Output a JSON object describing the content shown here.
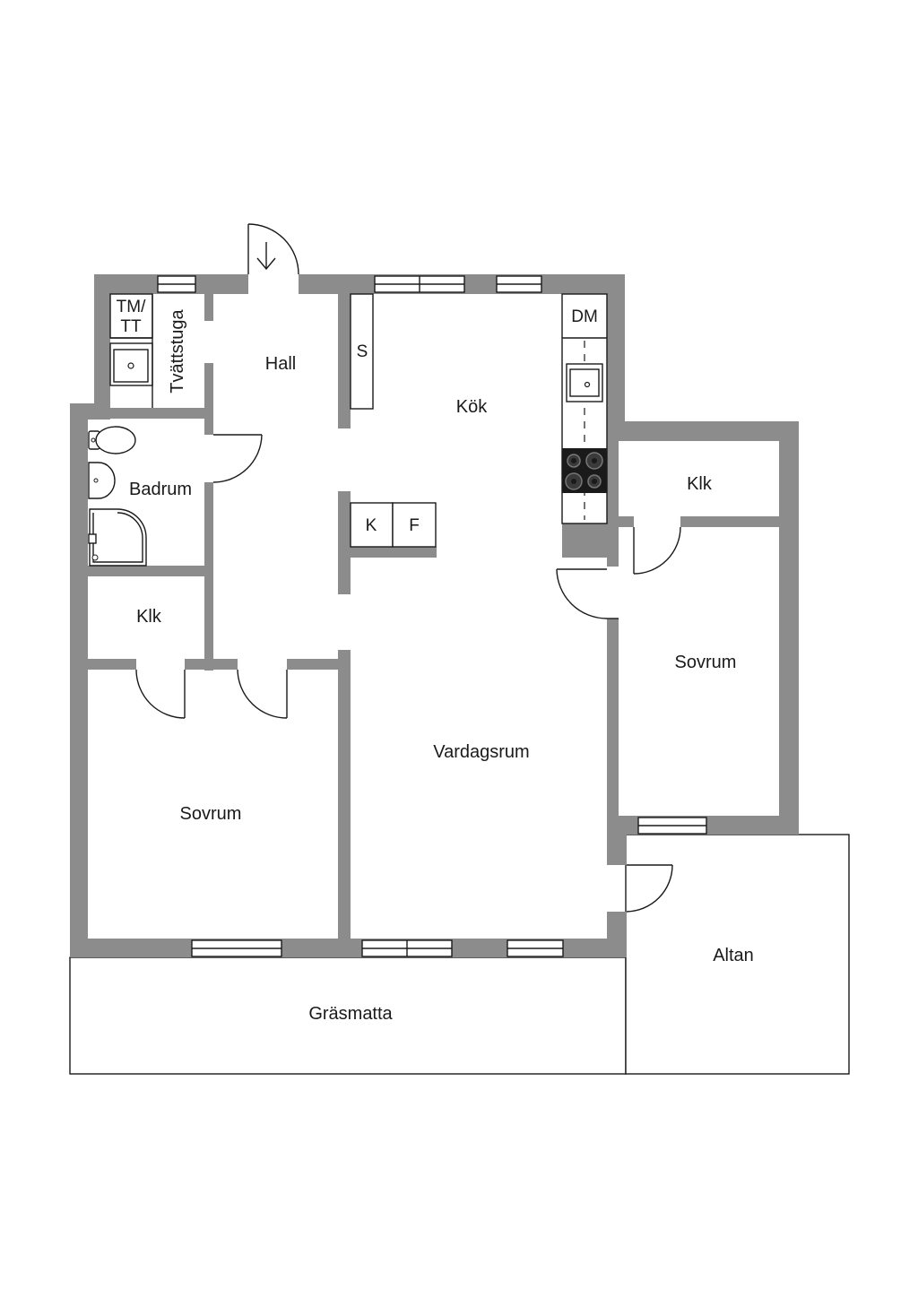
{
  "plan": {
    "rooms": {
      "hall": "Hall",
      "kitchen": "Kök",
      "laundry": "Tvättstuga",
      "bathroom": "Badrum",
      "closet_left": "Klk",
      "closet_right": "Klk",
      "bedroom_left": "Sovrum",
      "bedroom_right": "Sovrum",
      "living": "Vardagsrum",
      "patio": "Altan",
      "lawn": "Gräsmatta"
    },
    "fixtures": {
      "washer_dryer_line1": "TM/",
      "washer_dryer_line2": "TT",
      "wardrobe": "S",
      "dishwasher": "DM",
      "fridge": "K",
      "freezer": "F"
    },
    "colors": {
      "wall": "#8c8c8c",
      "line": "#1a1a1a",
      "background": "#ffffff"
    }
  }
}
